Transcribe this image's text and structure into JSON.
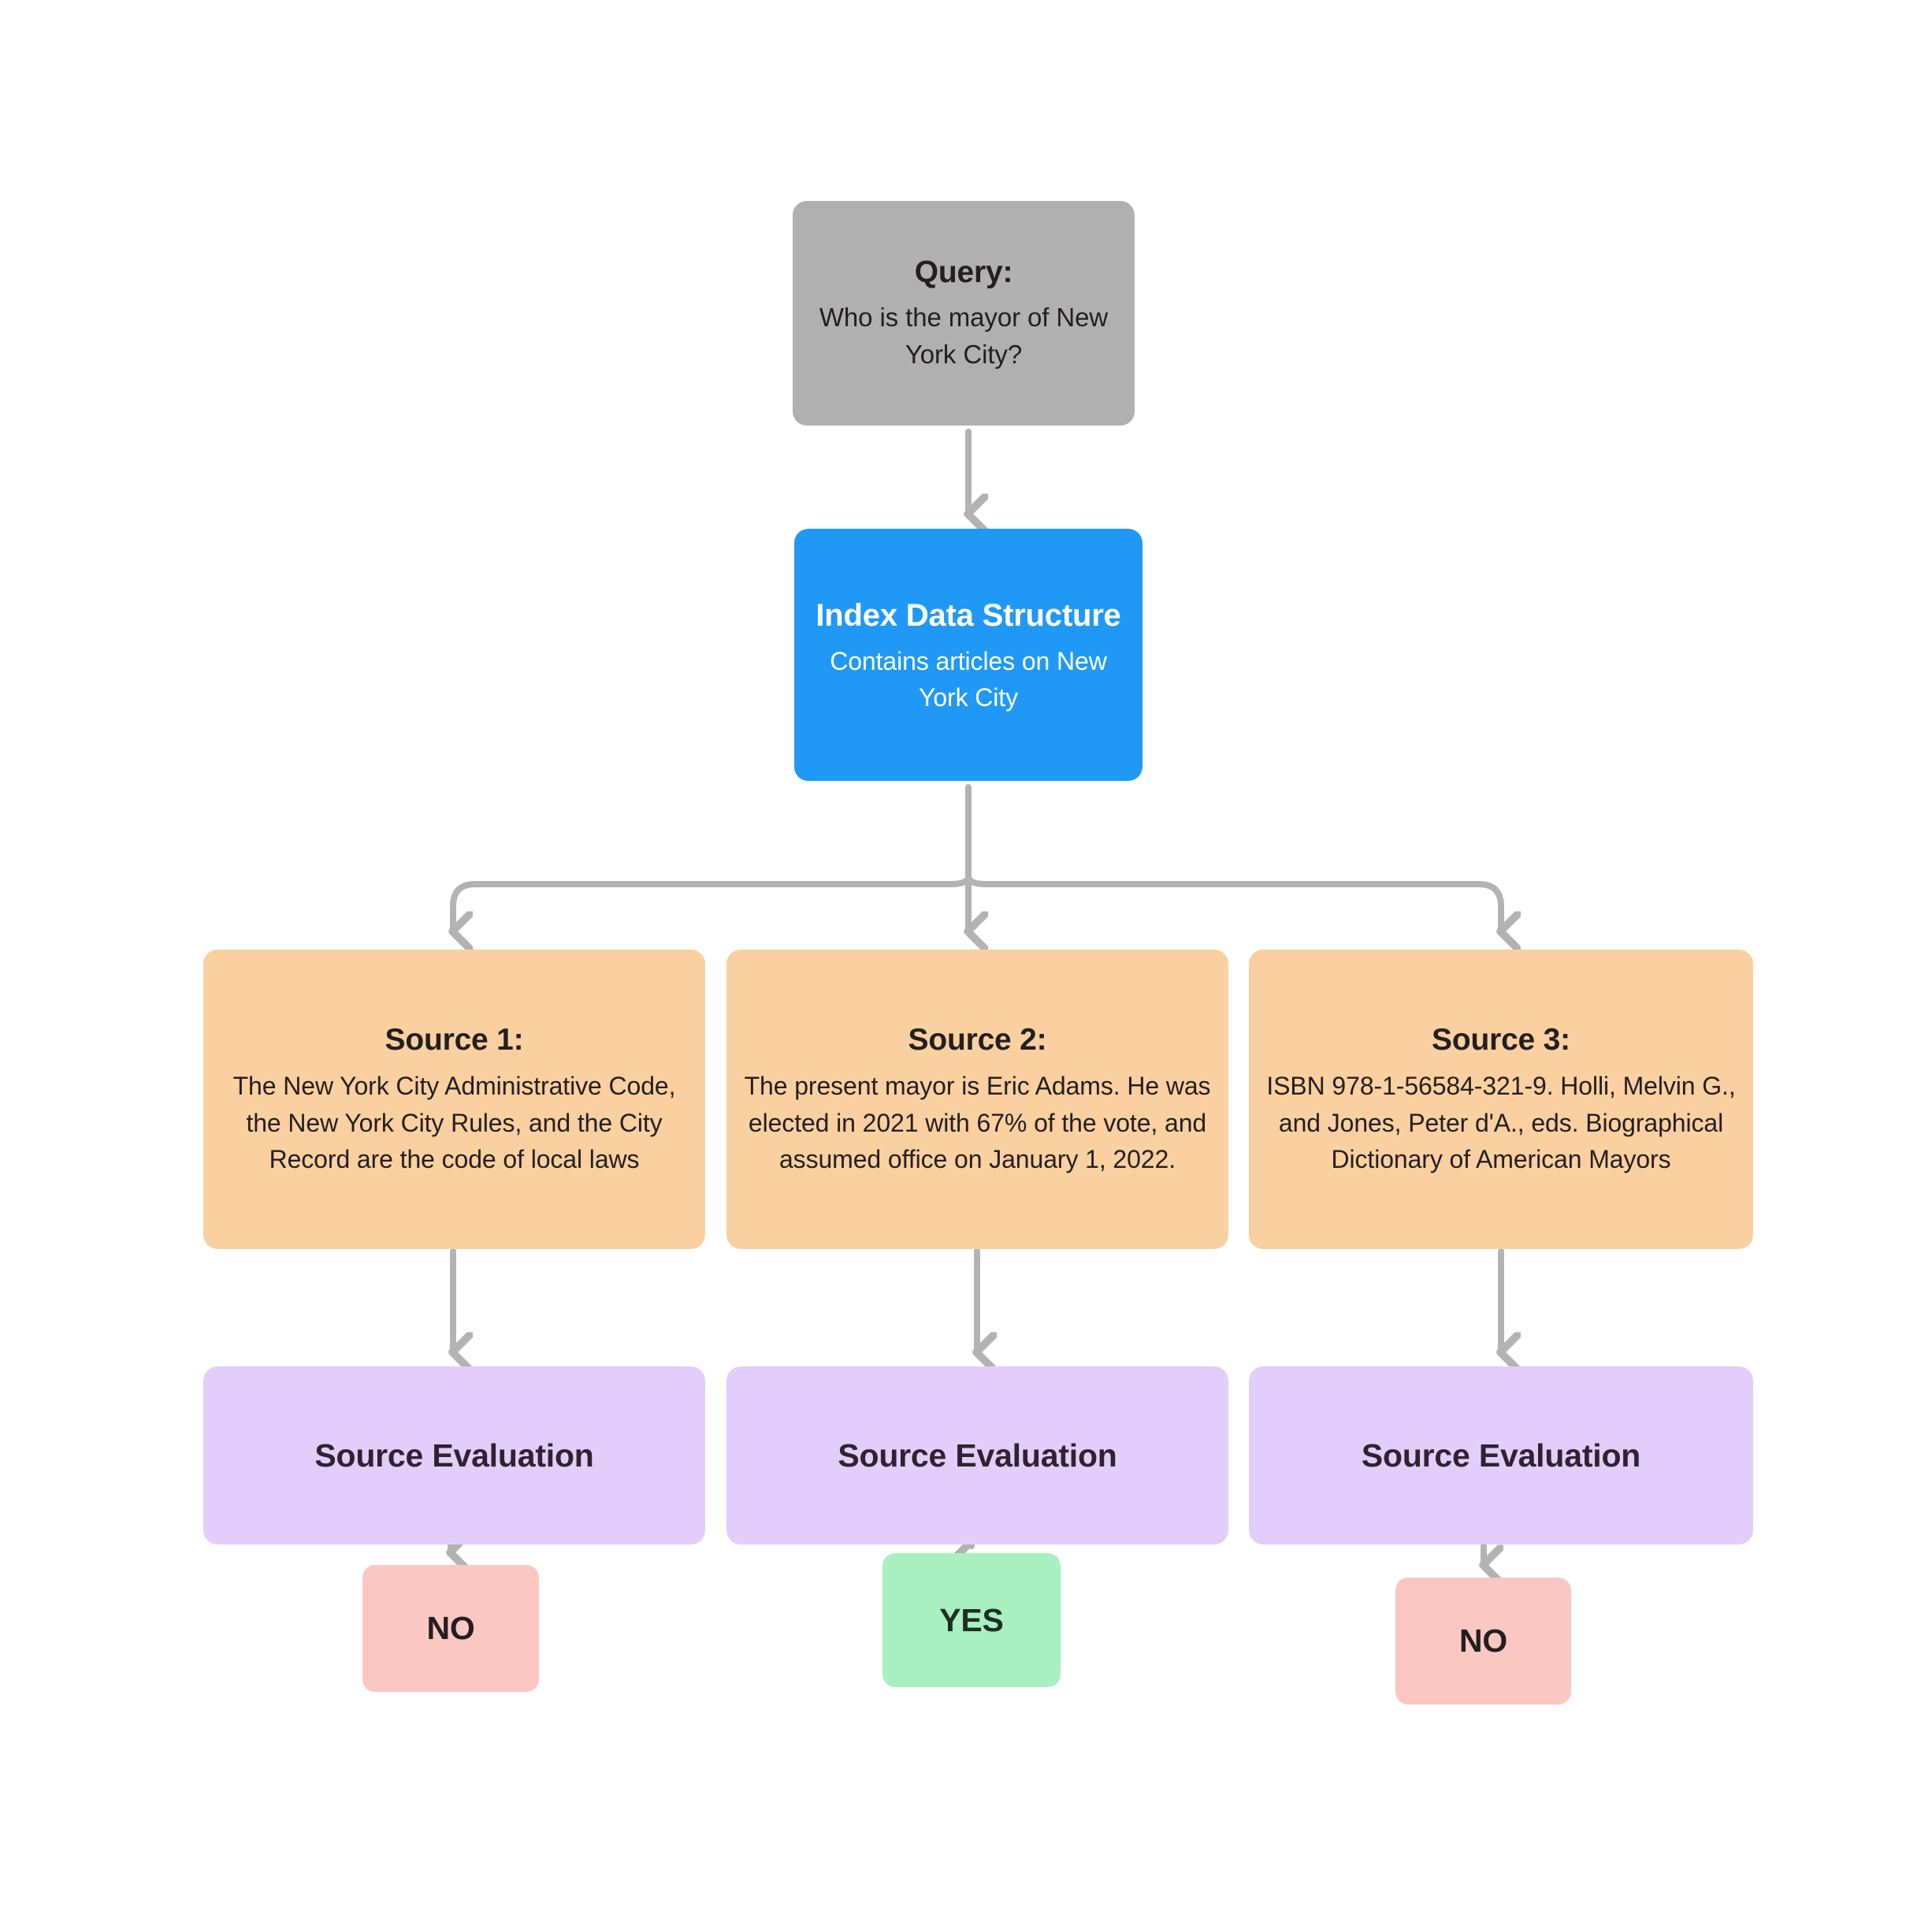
{
  "diagram": {
    "type": "flowchart",
    "orientation": "top-down",
    "palette": {
      "background": "#ffffff",
      "query": "#b0b0b0",
      "index": "#1f99f5",
      "source": "#fad0a0",
      "evaluation": "#e3cefb",
      "decision_no": "#fbc7c2",
      "decision_yes": "#a8f0c0",
      "connector": "#b3b3b3",
      "text_dark": "#231f20",
      "text_light": "#ffffff"
    }
  },
  "query": {
    "title": "Query:",
    "body": "Who is the mayor of New York City?"
  },
  "index": {
    "title": "Index Data Structure",
    "body": "Contains articles on New York City"
  },
  "sources": [
    {
      "title": "Source 1:",
      "body": "The New York City Administrative Code, the New York City Rules, and the City Record are the code of local laws",
      "evaluation_label": "Source Evaluation",
      "decision": "NO"
    },
    {
      "title": "Source 2:",
      "body": "The present mayor is Eric Adams. He was elected in 2021 with 67% of the vote, and assumed office on January 1, 2022.",
      "evaluation_label": "Source Evaluation",
      "decision": "YES"
    },
    {
      "title": "Source 3:",
      "body": "ISBN 978-1-56584-321-9. Holli, Melvin G., and Jones, Peter d'A., eds. Biographical Dictionary of American Mayors",
      "evaluation_label": "Source Evaluation",
      "decision": "NO"
    }
  ]
}
